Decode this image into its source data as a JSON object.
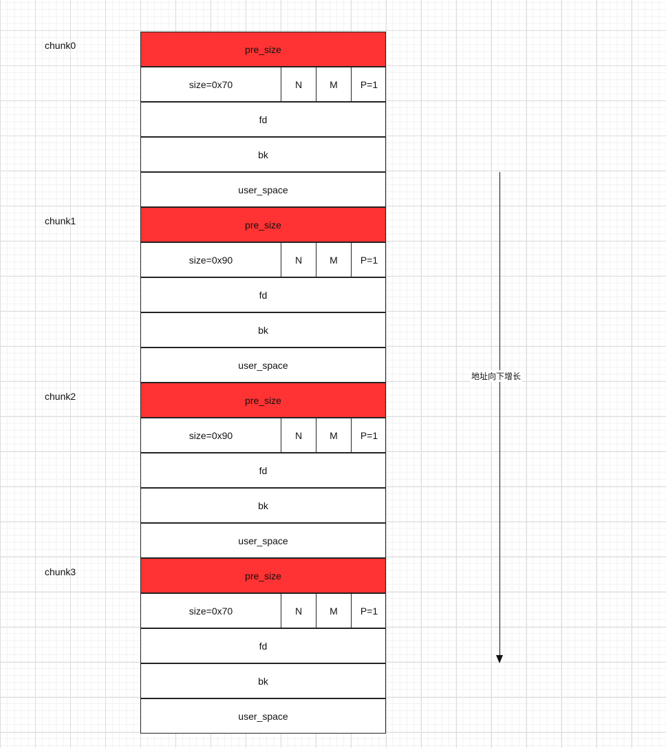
{
  "chunks": [
    {
      "name": "chunk0",
      "fields": {
        "pre_size": "pre_size",
        "size": "size=0x70",
        "n": "N",
        "m": "M",
        "p": "P=1",
        "fd": "fd",
        "bk": "bk",
        "user_space": "user_space"
      }
    },
    {
      "name": "chunk1",
      "fields": {
        "pre_size": "pre_size",
        "size": "size=0x90",
        "n": "N",
        "m": "M",
        "p": "P=1",
        "fd": "fd",
        "bk": "bk",
        "user_space": "user_space"
      }
    },
    {
      "name": "chunk2",
      "fields": {
        "pre_size": "pre_size",
        "size": "size=0x90",
        "n": "N",
        "m": "M",
        "p": "P=1",
        "fd": "fd",
        "bk": "bk",
        "user_space": "user_space"
      }
    },
    {
      "name": "chunk3",
      "fields": {
        "pre_size": "pre_size",
        "size": "size=0x70",
        "n": "N",
        "m": "M",
        "p": "P=1",
        "fd": "fd",
        "bk": "bk",
        "user_space": "user_space"
      }
    }
  ],
  "arrow_label": "地址向下增长",
  "colors": {
    "header_fill": "#ff3333",
    "cell_fill": "#ffffff",
    "border": "#222222"
  }
}
